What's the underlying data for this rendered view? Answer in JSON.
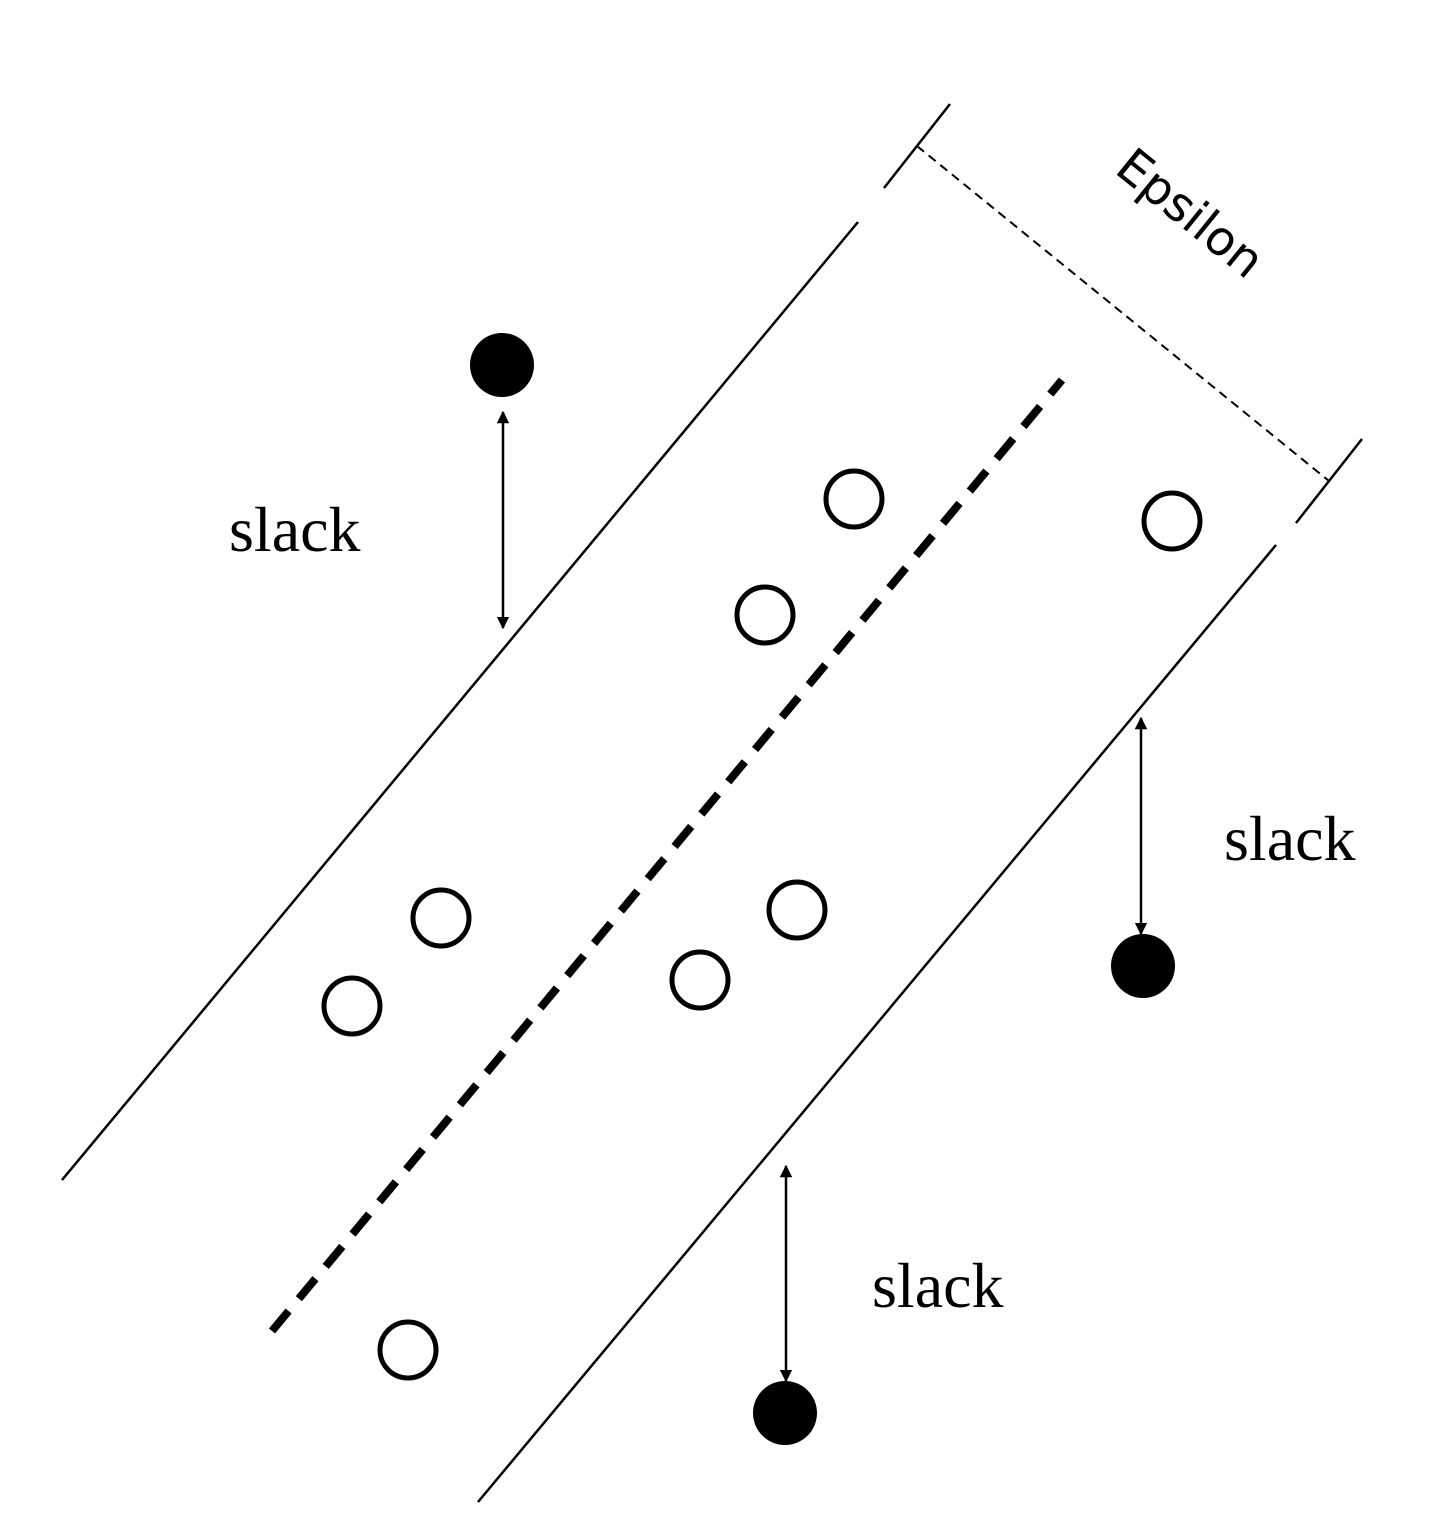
{
  "diagram": {
    "epsilon_label": "Epsilon",
    "slack_labels": [
      "slack",
      "slack",
      "slack"
    ]
  },
  "colors": {
    "line": "#000000",
    "filled_point": "#000000",
    "hollow_point_fill": "#ffffff",
    "background": "#ffffff"
  },
  "legend_shapes": {
    "inside_point": "hollow-circle",
    "outside_point": "filled-circle",
    "regression_line": "thick-dashed-line",
    "margin_lines": "thin-solid-line",
    "epsilon_marker": "thin-dashed-line"
  }
}
